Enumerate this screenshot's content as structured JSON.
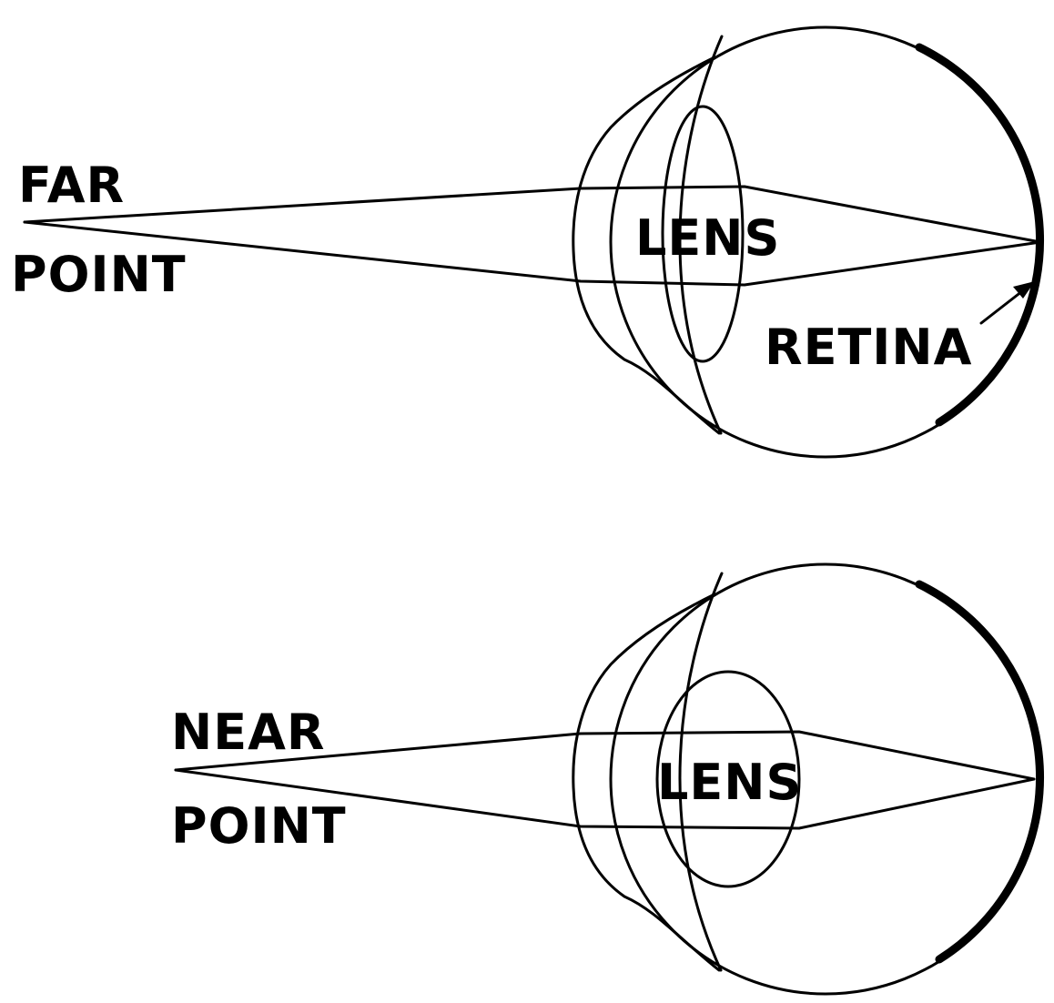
{
  "top_panel": {
    "far_label_line1": "FAR",
    "far_label_line2": "POINT",
    "lens_label": "LENS",
    "retina_label": "RETINA"
  },
  "bottom_panel": {
    "near_label_line1": "NEAR",
    "near_label_line2": "POINT",
    "lens_label": "LENS"
  },
  "colors": {
    "ink": "#000000",
    "background": "#ffffff"
  }
}
